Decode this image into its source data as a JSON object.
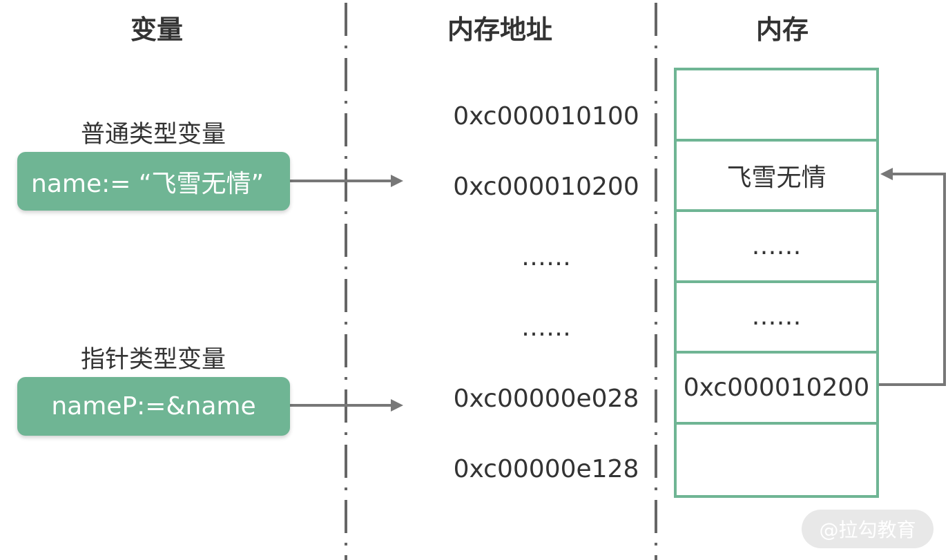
{
  "headers": {
    "variable": "变量",
    "address": "内存地址",
    "memory": "内存"
  },
  "variables": {
    "normal_label": "普通类型变量",
    "normal_code": "name:= “飞雪无情”",
    "pointer_label": "指针类型变量",
    "pointer_code": "nameP:=&name"
  },
  "addresses": [
    "0xc000010100",
    "0xc000010200",
    "……",
    "……",
    "0xc00000e028",
    "0xc00000e128"
  ],
  "memory_cells": [
    "",
    "飞雪无情",
    "……",
    "……",
    "0xc000010200",
    ""
  ],
  "watermark": "@拉勾教育",
  "colors": {
    "accent": "#6fb594",
    "arrow": "#777777",
    "divider": "#666666",
    "text": "#333333"
  }
}
